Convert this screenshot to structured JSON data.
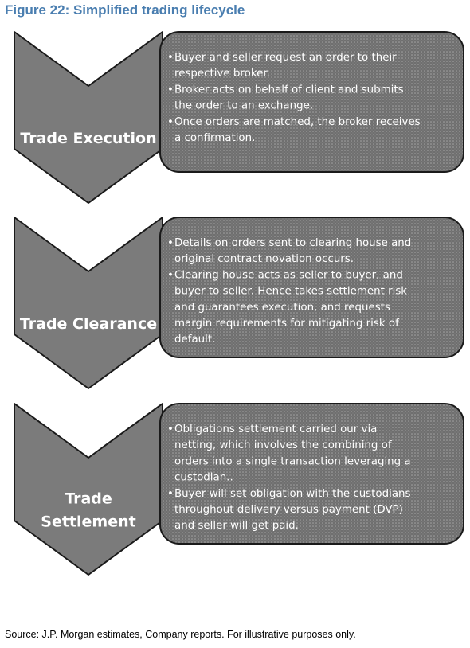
{
  "figure": {
    "title": "Figure 22: Simplified trading lifecycle",
    "source": "Source: J.P. Morgan estimates, Company reports. For illustrative purposes only."
  },
  "colors": {
    "title": "#4a7eb0",
    "chevron_fill": "#7b7b7b",
    "box_fill": "#6f6f6f",
    "outline": "#1a1a1a",
    "text": "#ffffff"
  },
  "stages": [
    {
      "id": "execution",
      "label_lines": [
        "Trade Execution"
      ],
      "bullets": [
        [
          "Buyer and seller request an order to their",
          "respective broker."
        ],
        [
          "Broker acts on behalf of client and submits",
          "the order to an exchange."
        ],
        [
          "Once orders are matched, the broker receives",
          "a confirmation."
        ]
      ]
    },
    {
      "id": "clearance",
      "label_lines": [
        "Trade Clearance"
      ],
      "bullets": [
        [
          "Details on orders sent to clearing house and",
          "original contract novation occurs."
        ],
        [
          "Clearing house acts as seller to buyer, and",
          "buyer to seller. Hence takes settlement risk",
          "and guarantees execution, and requests",
          "margin requirements for mitigating risk of",
          "default."
        ]
      ]
    },
    {
      "id": "settlement",
      "label_lines": [
        "Trade",
        "Settlement"
      ],
      "bullets": [
        [
          "Obligations settlement carried our via",
          "netting, which involves the combining of",
          "orders into a single transaction leveraging a",
          "custodian.."
        ],
        [
          "Buyer will set obligation with the custodians",
          "throughout delivery versus payment (DVP)",
          "and seller will get paid."
        ]
      ]
    }
  ]
}
